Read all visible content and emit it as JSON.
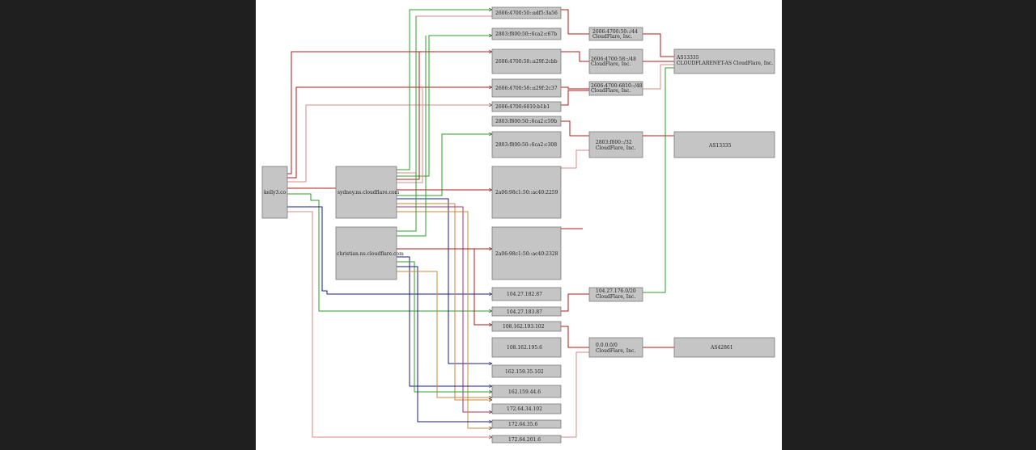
{
  "diagram": {
    "source": {
      "label": "kelly3.co"
    },
    "servers": [
      {
        "id": "sydney",
        "label": "sydney.ns.cloudflare.com"
      },
      {
        "id": "christian",
        "label": "christian.ns.cloudflare.com"
      }
    ],
    "addresses": [
      {
        "id": "a1",
        "label": "2606:4700:50::adf5:3a56"
      },
      {
        "id": "a2",
        "label": "2803:f800:50::6ca2:c67b"
      },
      {
        "id": "a3",
        "label": "2606:4700:58::a29f:2cbb"
      },
      {
        "id": "a4",
        "label": "2606:4700:58::a29f:2c37"
      },
      {
        "id": "a5",
        "label": "2606:4700:6810:b1b1"
      },
      {
        "id": "a6",
        "label": "2803:f800:50::6ca2:c59b"
      },
      {
        "id": "a7",
        "label": "2803:f800:50::6ca2:c308"
      },
      {
        "id": "a8",
        "label": "2a06:98c1:50::ac40:2259"
      },
      {
        "id": "a9",
        "label": "2a06:98c1:50::ac40:2328"
      },
      {
        "id": "a10",
        "label": "104.27.182.87"
      },
      {
        "id": "a11",
        "label": "104.27.183.87"
      },
      {
        "id": "a12",
        "label": "108.162.193.102"
      },
      {
        "id": "a13",
        "label": "108.162.195.6"
      },
      {
        "id": "a14",
        "label": "162.159.35.102"
      },
      {
        "id": "a15",
        "label": "162.159.44.6"
      },
      {
        "id": "a16",
        "label": "172.64.34.102"
      },
      {
        "id": "a17",
        "label": "172.64.35.6"
      },
      {
        "id": "a18",
        "label": "172.64.201.6"
      }
    ],
    "prefixes": [
      {
        "id": "p1",
        "line1": "2606:4700:50::/44",
        "line2": "CloudFlare, Inc."
      },
      {
        "id": "p2",
        "line1": "2606:4700:58::/48",
        "line2": "CloudFlare, Inc."
      },
      {
        "id": "p3",
        "line1": "2606:4700:6810::/48",
        "line2": "CloudFlare, Inc."
      },
      {
        "id": "p4",
        "line1": "2803:f800::/32",
        "line2": "CloudFlare, Inc."
      },
      {
        "id": "p5",
        "line1": "104.27.176.0/20",
        "line2": "CloudFlare, Inc."
      },
      {
        "id": "p6",
        "line1": "0.0.0.0/0",
        "line2": "CloudFlare, Inc."
      }
    ],
    "asns": [
      {
        "id": "as1",
        "line1": "AS13335",
        "line2": "CLOUDFLARENET-AS CloudFlare, Inc."
      },
      {
        "id": "as2",
        "line1": "AS13335",
        "line2": ""
      },
      {
        "id": "as3",
        "line1": "AS42861",
        "line2": ""
      }
    ],
    "colors": {
      "red": "#b01a1a",
      "pink": "#d88a8a",
      "green": "#2aa02a",
      "blue": "#1a1a90",
      "orange": "#c88a3a",
      "purple": "#a0306a",
      "box_fill": "#c6c5c6",
      "background": "#1f1f1f"
    }
  }
}
